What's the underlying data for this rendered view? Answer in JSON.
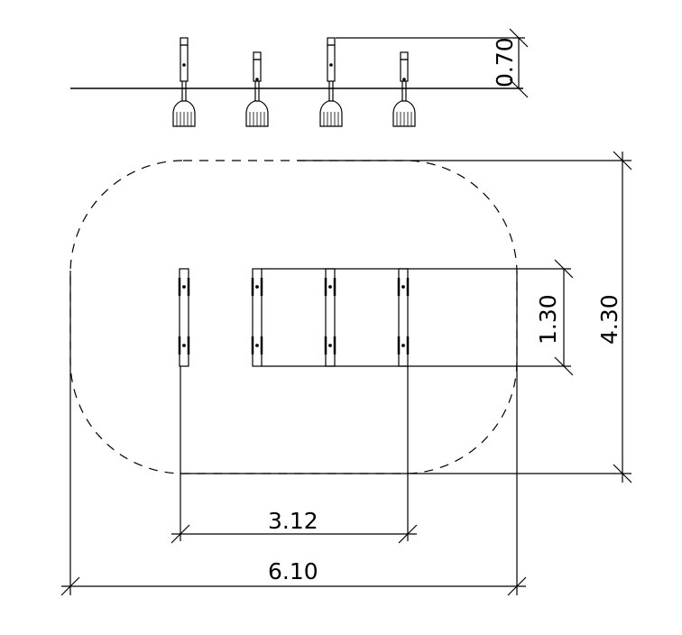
{
  "colors": {
    "line": "#000000",
    "background": "#ffffff"
  },
  "elevation": {
    "dimension_height": "0.70",
    "posts": [
      {
        "name": "post-1",
        "height": "tall"
      },
      {
        "name": "post-2",
        "height": "short"
      },
      {
        "name": "post-3",
        "height": "tall"
      },
      {
        "name": "post-4",
        "height": "short"
      }
    ]
  },
  "plan": {
    "dimension_bar_length": "1.30",
    "dimension_total_depth": "4.30",
    "dimension_bar_span": "3.12",
    "dimension_total_width": "6.10",
    "bars_count": 4
  }
}
